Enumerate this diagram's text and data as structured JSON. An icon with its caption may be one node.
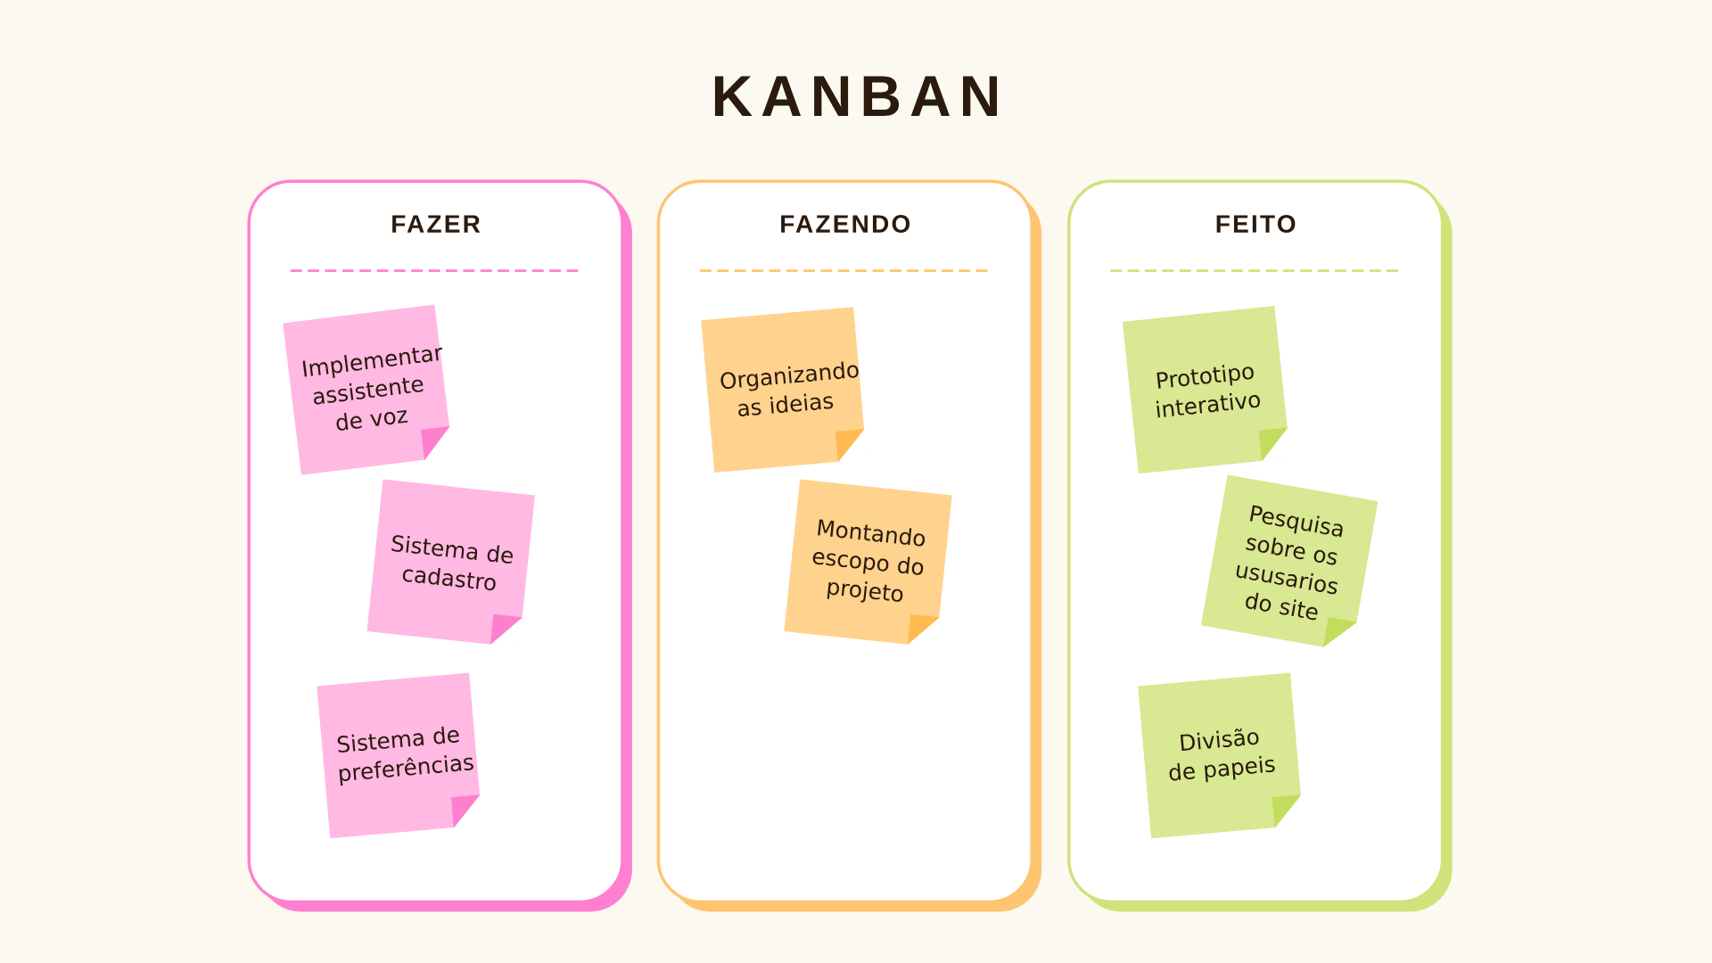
{
  "diagram": {
    "title": "KANBAN",
    "nodes": [
      {
        "text": [
          "FAZER"
        ]
      },
      {
        "text": [
          "Implementar assistente de voz"
        ],
        "in": 0
      },
      {
        "text": [
          "Sistema de cadastro"
        ],
        "in": 0
      },
      {
        "text": [
          "Sistema de preferências"
        ],
        "in": 0
      },
      {
        "text": [
          "FAZENDO"
        ]
      },
      {
        "text": [
          "Organizando as ideias"
        ],
        "in": 4
      },
      {
        "text": [
          "Montando escopo do projeto"
        ],
        "in": 4
      },
      {
        "text": [
          "FEITO"
        ]
      },
      {
        "text": [
          "Prototipo interativo"
        ],
        "in": 7
      },
      {
        "text": [
          "Pesquisa sobre os ususarios do site"
        ],
        "in": 7
      },
      {
        "text": [
          "Divisão de papeis"
        ],
        "in": 7
      }
    ]
  }
}
